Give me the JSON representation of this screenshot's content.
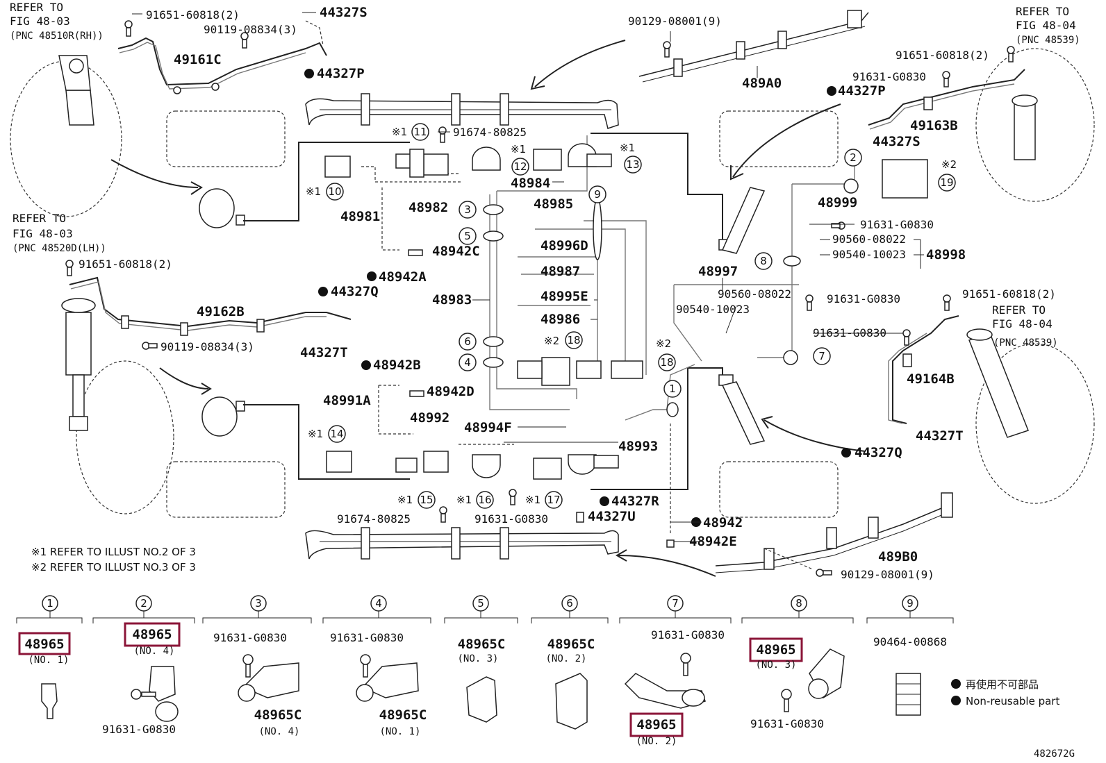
{
  "figure_code": "482672G",
  "refs": {
    "tl": [
      "REFER TO",
      "FIG 48-03",
      "(PNC 48510R(RH))"
    ],
    "ml": [
      "REFER TO",
      "FIG 48-03",
      "(PNC 48520D(LH))"
    ],
    "tr": [
      "REFER TO",
      "FIG 48-04",
      "(PNC 48539)"
    ],
    "mr": [
      "REFER TO",
      "FIG 48-04",
      "(PNC 48539)"
    ]
  },
  "notes": [
    "※1 REFER TO ILLUST NO.2 OF 3",
    "※2 REFER TO ILLUST NO.3 OF 3"
  ],
  "legend": {
    "jp": "再使用不可部品",
    "en": "Non-reusable part"
  },
  "labels": {
    "p91651a": "91651-60818(2)",
    "p44327S_a": "44327S",
    "p90119a": "90119-08834(3)",
    "p49161C": "49161C",
    "p44327P_a": "44327P",
    "p90129a": "90129-08001(9)",
    "p489A0": "489A0",
    "p91651b": "91651-60818(2)",
    "p91631a": "91631-G0830",
    "p44327P_b": "44327P",
    "p49163B": "49163B",
    "p44327S_b": "44327S",
    "p91674a": "91674-80825",
    "p48984": "48984",
    "p48981": "48981",
    "p48982": "48982",
    "p48985": "48985",
    "p48999": "48999",
    "p91631b": "91631-G0830",
    "p90560a": "90560-08022",
    "p90540a": "90540-10023",
    "p48998": "48998",
    "p48942C": "48942C",
    "p48996D": "48996D",
    "p48987": "48987",
    "p48942A": "48942A",
    "p48997": "48997",
    "p91651c": "91651-60818(2)",
    "p44327Q_a": "44327Q",
    "p48983": "48983",
    "p48995E": "48995E",
    "p90560b": "90560-08022",
    "p90540b": "90540-10023",
    "p91631c": "91631-G0830",
    "p91651d": "91651-60818(2)",
    "p49162B": "49162B",
    "p48986": "48986",
    "p90119b": "90119-08834(3)",
    "p91631d": "91631-G0830",
    "p44327T_a": "44327T",
    "p48942B": "48942B",
    "p49164B": "49164B",
    "p48942D": "48942D",
    "p48991A": "48991A",
    "p48992": "48992",
    "p48994F": "48994F",
    "p48993": "48993",
    "p44327T_b": "44327T",
    "p44327Q_b": "44327Q",
    "p44327R": "44327R",
    "p91674b": "91674-80825",
    "p91631e": "91631-G0830",
    "p44327U": "44327U",
    "p48942": "48942",
    "p48942E": "48942E",
    "p489B0": "489B0",
    "p90129b": "90129-08001(9)"
  },
  "callouts": [
    "1",
    "2",
    "3",
    "4",
    "5",
    "6",
    "7",
    "8",
    "9",
    "10",
    "11",
    "12",
    "13",
    "14",
    "15",
    "16",
    "17",
    "18",
    "18",
    "19"
  ],
  "ref_marks": {
    "r1": "※1",
    "r2": "※2"
  },
  "details": [
    {
      "num": "1",
      "main": "48965",
      "sub": "(NO. 1)",
      "bolt": "",
      "highlight": true
    },
    {
      "num": "2",
      "main": "48965",
      "sub": "(NO. 4)",
      "bolt": "91631-G0830",
      "highlight": true
    },
    {
      "num": "3",
      "main": "48965C",
      "sub": "(NO. 4)",
      "bolt": "91631-G0830",
      "highlight": false
    },
    {
      "num": "4",
      "main": "48965C",
      "sub": "(NO. 1)",
      "bolt": "91631-G0830",
      "highlight": false
    },
    {
      "num": "5",
      "main": "48965C",
      "sub": "(NO. 3)",
      "bolt": "",
      "highlight": false
    },
    {
      "num": "6",
      "main": "48965C",
      "sub": "(NO. 2)",
      "bolt": "",
      "highlight": false
    },
    {
      "num": "7",
      "main": "48965",
      "sub": "(NO. 2)",
      "bolt": "91631-G0830",
      "highlight": true
    },
    {
      "num": "8",
      "main": "48965",
      "sub": "(NO. 3)",
      "bolt": "91631-G0830",
      "highlight": true
    },
    {
      "num": "9",
      "main": "90464-00868",
      "sub": "",
      "bolt": "",
      "highlight": false
    }
  ],
  "colors": {
    "highlight": "#8b1538",
    "line": "#222222"
  }
}
